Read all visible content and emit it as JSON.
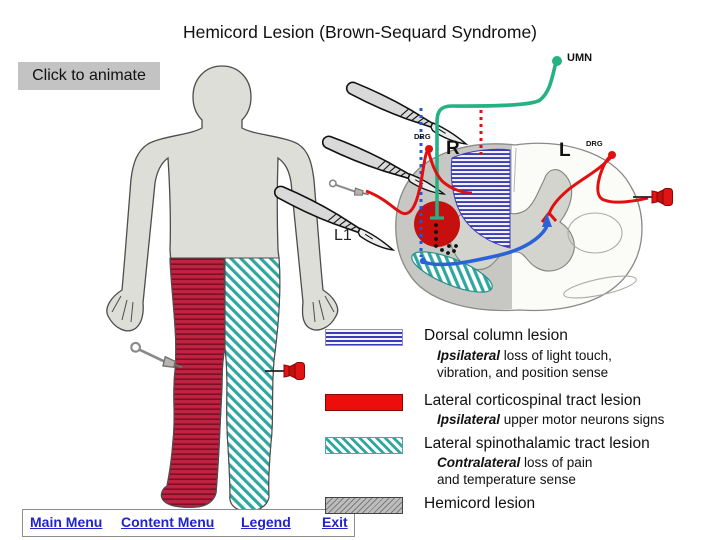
{
  "title": "Hemicord Lesion (Brown-Sequard Syndrome)",
  "animate_button": "Click to animate",
  "diagram": {
    "labels": {
      "umn": "UMN",
      "right": "R",
      "left": "L",
      "level": "L1",
      "drg_right": "DRG",
      "drg_left": "DRG"
    },
    "icons": [
      "scalpel-icon",
      "pin-icon",
      "pushpin-icon"
    ]
  },
  "legend": {
    "items": [
      {
        "name": "Dorsal column lesion",
        "emphasis": "Ipsilateral",
        "desc1": " loss of light touch,",
        "desc2": "vibration, and position sense"
      },
      {
        "name": "Lateral corticospinal tract lesion",
        "emphasis": "Ipsilateral",
        "desc1": " upper motor neurons signs"
      },
      {
        "name": "Lateral spinothalamic tract lesion",
        "emphasis": "Contralateral",
        "desc1": " loss of pain",
        "desc2": "and temperature sense"
      },
      {
        "name": "Hemicord lesion"
      }
    ]
  },
  "nav": {
    "items": [
      {
        "label": "Main Menu"
      },
      {
        "label": "Content Menu"
      },
      {
        "label": "Legend"
      },
      {
        "label": "Exit"
      }
    ]
  },
  "colors": {
    "lesion_red": "#cc1111",
    "dorsal_blue": "#3c3db5",
    "spinothalamic_teal": "#2fa6a0",
    "umn_green": "#25b183",
    "link_blue": "#2323cc",
    "leg_stripe_red": "#c02342",
    "hemicord_gray": "#bdbdbd"
  }
}
